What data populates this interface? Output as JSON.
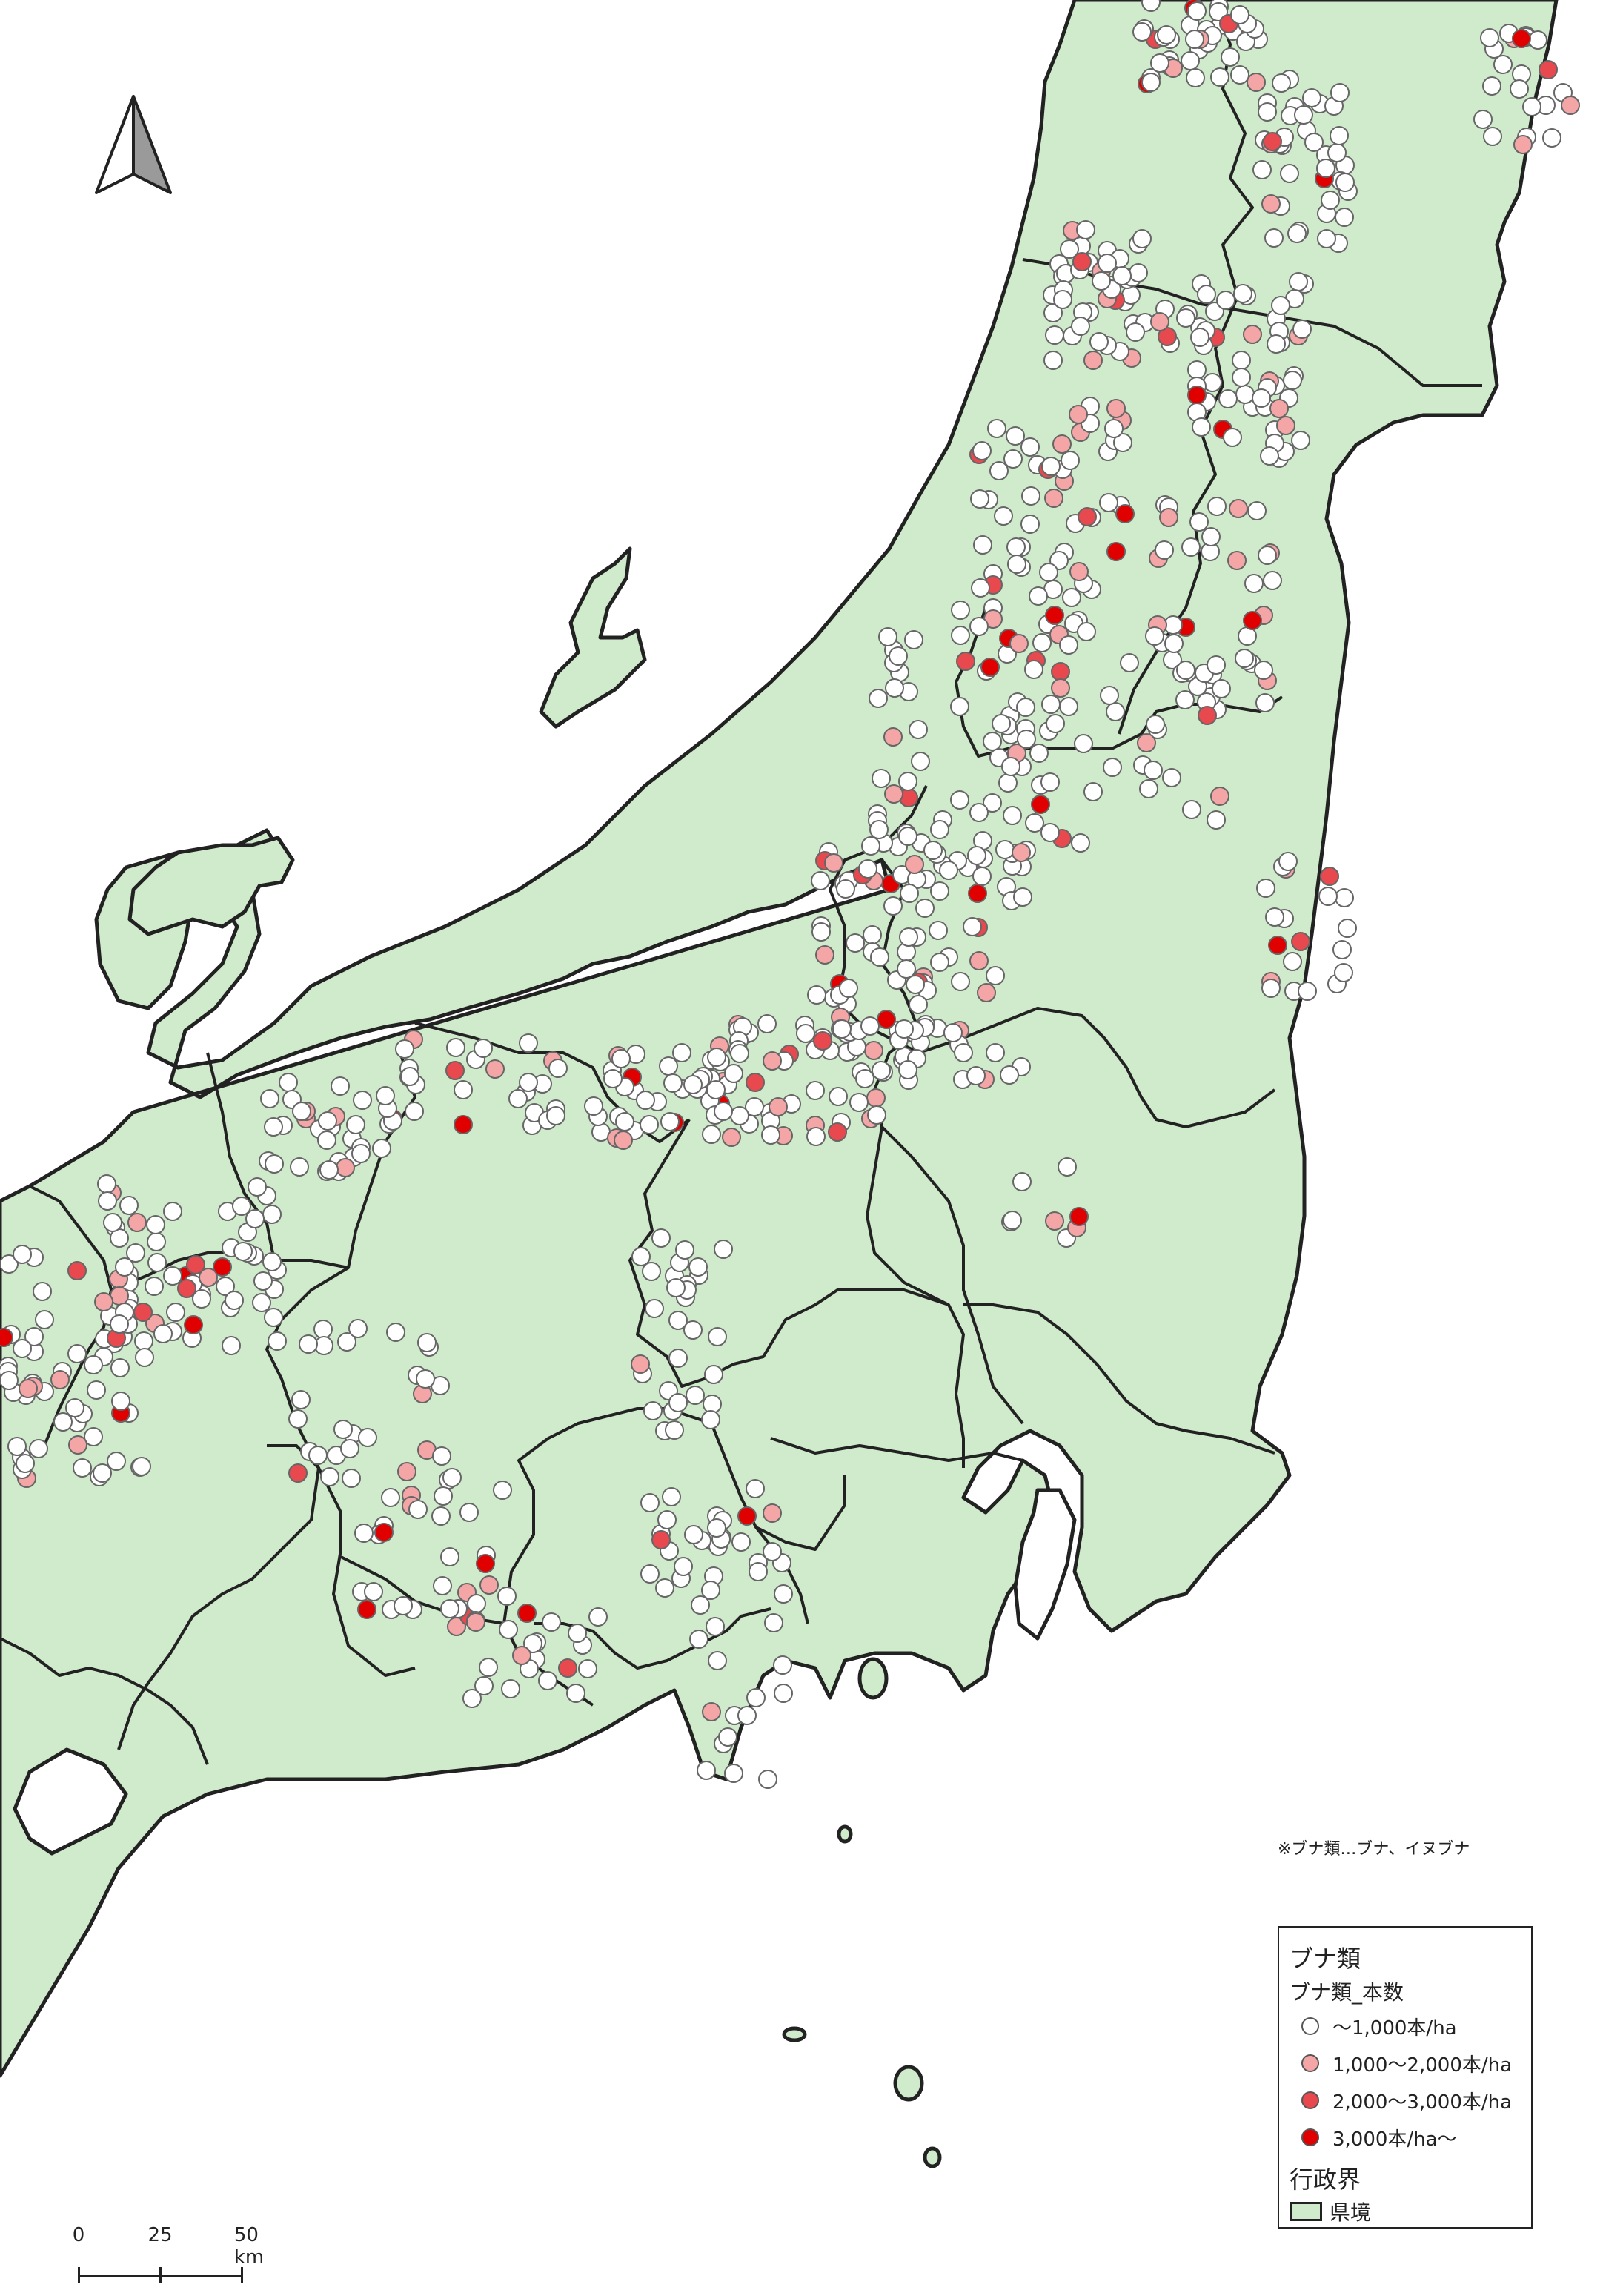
{
  "map": {
    "colors": {
      "sea": "#ffffff",
      "land": "#d0ebcc",
      "border": "#222222",
      "marker_outline": "#555555"
    },
    "legend": {
      "title": "ブナ類",
      "subtitle": "ブナ類_本数",
      "classes": [
        {
          "label": "〜1,000本/ha",
          "color": "#ffffff"
        },
        {
          "label": "1,000〜2,000本/ha",
          "color": "#f4a6a6"
        },
        {
          "label": "2,000〜3,000本/ha",
          "color": "#e8494f"
        },
        {
          "label": "3,000本/ha〜",
          "color": "#e00000"
        }
      ],
      "admin_title": "行政界",
      "admin_label": "県境"
    },
    "note": "※ブナ類…ブナ、イヌブナ",
    "scale": {
      "labels": [
        "0",
        "25",
        "50 km"
      ]
    },
    "north_arrow_icon": "north-arrow-icon"
  }
}
